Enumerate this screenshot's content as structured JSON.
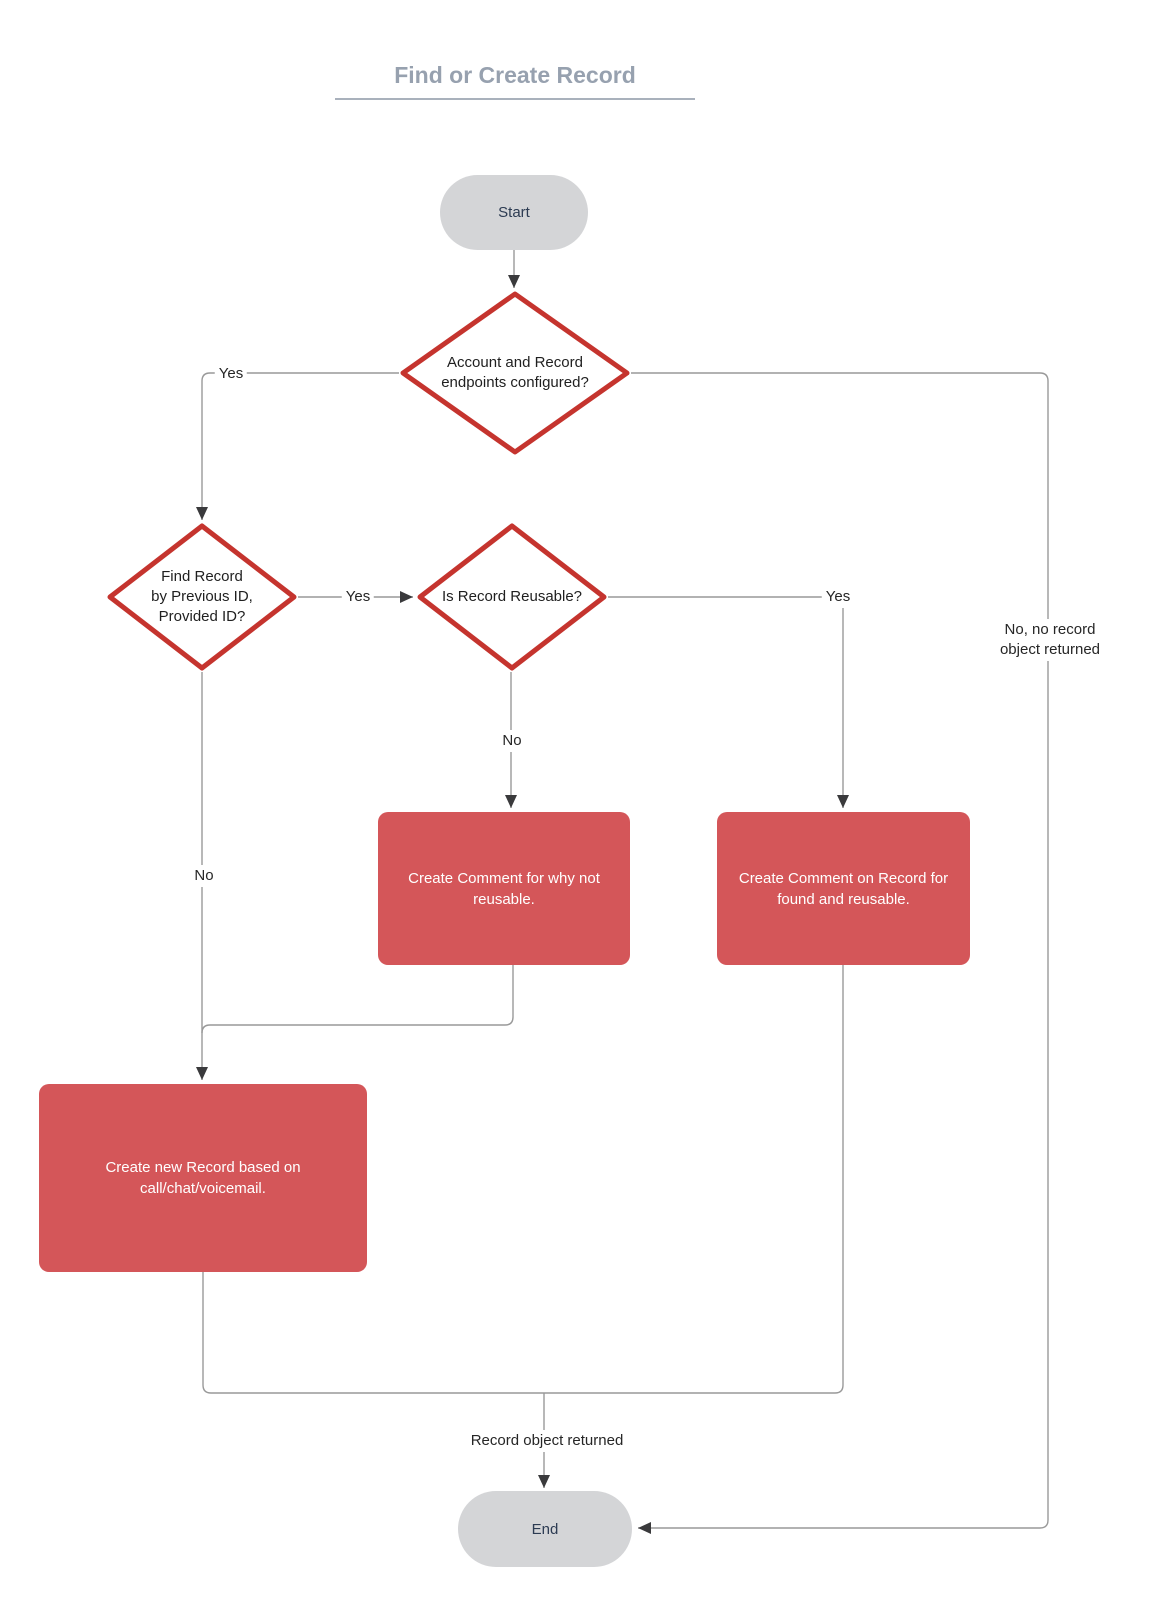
{
  "title": {
    "text": "Find or Create Record"
  },
  "nodes": {
    "start": {
      "label": "Start"
    },
    "decision_endpoints": {
      "label": "Account and Record\nendpoints configured?"
    },
    "decision_find_record": {
      "label": "Find Record\nby Previous ID,\nProvided ID?"
    },
    "decision_reusable": {
      "label": "Is Record Reusable?"
    },
    "process_comment_not_reusable": {
      "label": "Create Comment for why not\nreusable."
    },
    "process_comment_found_reusable": {
      "label": "Create Comment on Record for\nfound and reusable."
    },
    "process_create_record": {
      "label": "Create new Record based on\ncall/chat/voicemail."
    },
    "end": {
      "label": "End"
    }
  },
  "edge_labels": {
    "endpoints_yes": "Yes",
    "endpoints_no": "No, no record\nobject returned",
    "find_yes": "Yes",
    "find_no": "No",
    "reusable_yes": "Yes",
    "reusable_no": "No",
    "record_returned": "Record object returned"
  },
  "colors": {
    "red_fill": "#d45659",
    "red_border": "#c5342e",
    "pill_fill": "#d4d5d7",
    "pill_text": "#2c3b52",
    "shape_text": "#1f1f1f",
    "box_text": "#ffffff",
    "line": "#999999",
    "arrow": "#3a3a3c",
    "label_text": "#262626",
    "title_text": "#97a1af",
    "title_underline": "#a9b1bc",
    "background": "#ffffff"
  }
}
